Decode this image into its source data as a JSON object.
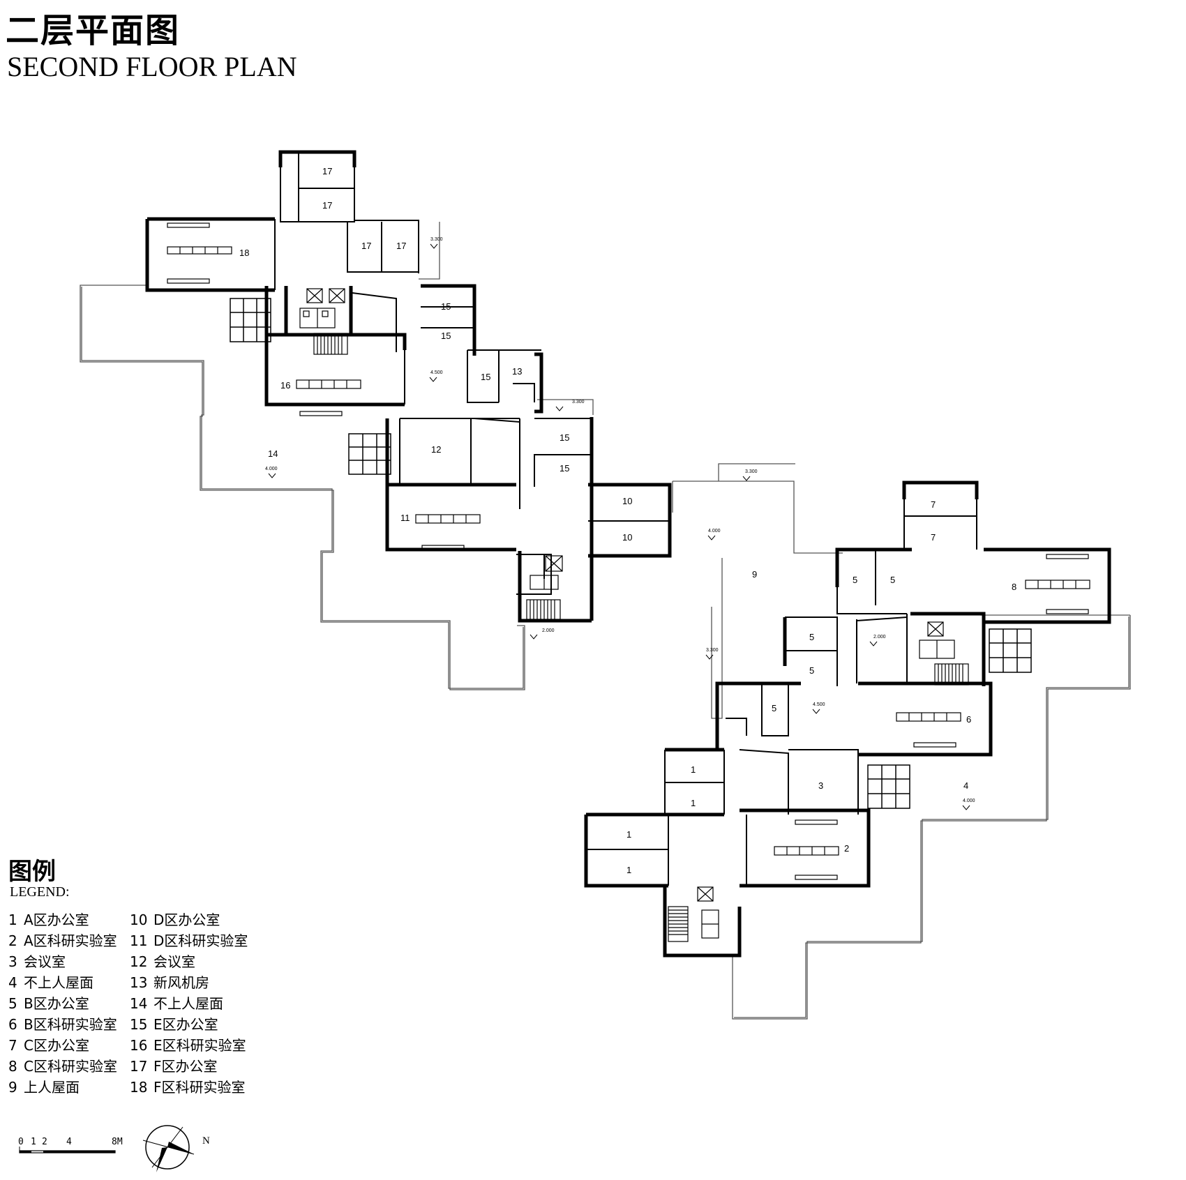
{
  "title": {
    "chinese": "二层平面图",
    "english": "SECOND FLOOR PLAN"
  },
  "legend": {
    "heading_chinese": "图例",
    "heading_english": "LEGEND:",
    "items": [
      {
        "num": "1",
        "label": "A区办公室"
      },
      {
        "num": "2",
        "label": "A区科研实验室"
      },
      {
        "num": "3",
        "label": "会议室"
      },
      {
        "num": "4",
        "label": "不上人屋面"
      },
      {
        "num": "5",
        "label": "B区办公室"
      },
      {
        "num": "6",
        "label": "B区科研实验室"
      },
      {
        "num": "7",
        "label": "C区办公室"
      },
      {
        "num": "8",
        "label": "C区科研实验室"
      },
      {
        "num": "9",
        "label": "上人屋面"
      },
      {
        "num": "10",
        "label": "D区办公室"
      },
      {
        "num": "11",
        "label": "D区科研实验室"
      },
      {
        "num": "12",
        "label": "会议室"
      },
      {
        "num": "13",
        "label": "新风机房"
      },
      {
        "num": "14",
        "label": "不上人屋面"
      },
      {
        "num": "15",
        "label": "E区办公室"
      },
      {
        "num": "16",
        "label": "E区科研实验室"
      },
      {
        "num": "17",
        "label": "F区办公室"
      },
      {
        "num": "18",
        "label": "F区科研实验室"
      }
    ]
  },
  "scale_bar": {
    "labels": [
      "0",
      "1",
      "2",
      "4",
      "8M"
    ]
  },
  "north_arrow": {
    "label": "N"
  },
  "rooms": {
    "r17a": "17",
    "r17b": "17",
    "r17c": "17",
    "r17d": "17",
    "r18": "18",
    "r15a": "15",
    "r15b": "15",
    "r15c": "15",
    "r15d": "15",
    "r15e": "15",
    "r13": "13",
    "r16": "16",
    "r14": "14",
    "r12": "12",
    "r11": "11",
    "r10a": "10",
    "r10b": "10",
    "r9": "9",
    "r7a": "7",
    "r7b": "7",
    "r8": "8",
    "r5a": "5",
    "r5b": "5",
    "r5c": "5",
    "r5d": "5",
    "r5e": "5",
    "r6": "6",
    "r3": "3",
    "r4": "4",
    "r1a": "1",
    "r1b": "1",
    "r1c": "1",
    "r1d": "1",
    "r2": "2"
  },
  "levels": {
    "l3300a": "3.300",
    "l4500a": "4.500",
    "l3300b": "3.300",
    "l4000a": "4.000",
    "l3300c": "3.300",
    "l4000b": "4.000",
    "l2000a": "2.000",
    "l2000b": "2.000",
    "l3300d": "3.300",
    "l4500b": "4.500",
    "l4000c": "4.000"
  }
}
